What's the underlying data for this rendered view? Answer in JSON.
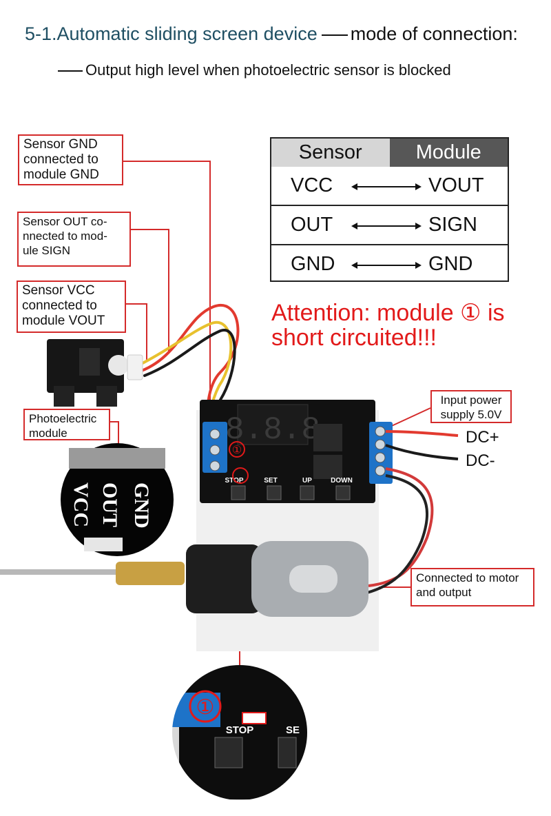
{
  "header": {
    "title_main": "5-1.Automatic sliding screen device",
    "title_tail": "mode of connection:",
    "subtitle": "Output high level when photoelectric sensor is blocked"
  },
  "callouts": {
    "sensor_gnd": "Sensor GND connected to module GND",
    "sensor_out": "Sensor OUT co- nnected to mod- ule SIGN",
    "sensor_vcc": "Sensor VCC connected to module VOUT",
    "photoelectric": "Photoelectric module",
    "input_power": "Input power supply 5.0V",
    "motor": "Connected to motor and output"
  },
  "table": {
    "header_left": "Sensor",
    "header_right": "Module",
    "rows": [
      {
        "sensor": "VCC",
        "module": "VOUT"
      },
      {
        "sensor": "OUT",
        "module": "SIGN"
      },
      {
        "sensor": "GND",
        "module": "GND"
      }
    ]
  },
  "attention": "Attention: module ① is short circuited!!!",
  "power": {
    "plus": "DC+",
    "minus": "DC-"
  },
  "board": {
    "display": "8.8.8",
    "buttons": [
      "STOP",
      "SET",
      "UP",
      "DOWN"
    ],
    "marker": "①"
  },
  "zoom_sensor_pins": [
    "VCC",
    "OUT",
    "GND"
  ],
  "zoom_board": {
    "marker": "①",
    "stop": "STOP",
    "partial": "SE"
  },
  "colors": {
    "callout_border": "#d42a2a",
    "attention": "#e21a1a",
    "title": "#1f4f63",
    "terminal": "#1e73c8"
  }
}
